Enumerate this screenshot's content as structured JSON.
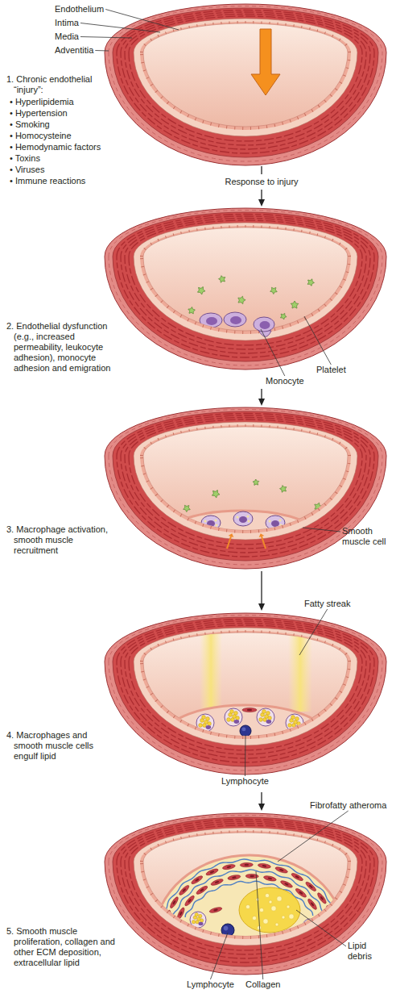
{
  "diagram": {
    "labels": [
      "Endothelium",
      "Intima",
      "Media",
      "Adventitia",
      "1. Chronic endothelial “injury”:",
      "• Hyperlipidemia",
      "• Hypertension",
      "• Smoking",
      "• Homocysteine",
      "• Hemodynamic factors",
      "• Toxins",
      "• Viruses",
      "• Immune reactions",
      "Response to injury",
      "2. Endothelial dysfunction (e.g., increased permeability, leukocyte adhesion), monocyte adhesion and emigration",
      "Platelet",
      "Monocyte",
      "3. Macrophage activation, smooth muscle recruitment",
      "Smooth muscle cell",
      "Fatty streak",
      "4. Macrophages and smooth muscle cells engulf lipid",
      "Lymphocyte",
      "Fibrofatty atheroma",
      "5. Smooth muscle proliferation, collagen and other ECM deposition, extracellular lipid",
      "Lymphocyte",
      "Collagen",
      "Lipid debris"
    ]
  }
}
